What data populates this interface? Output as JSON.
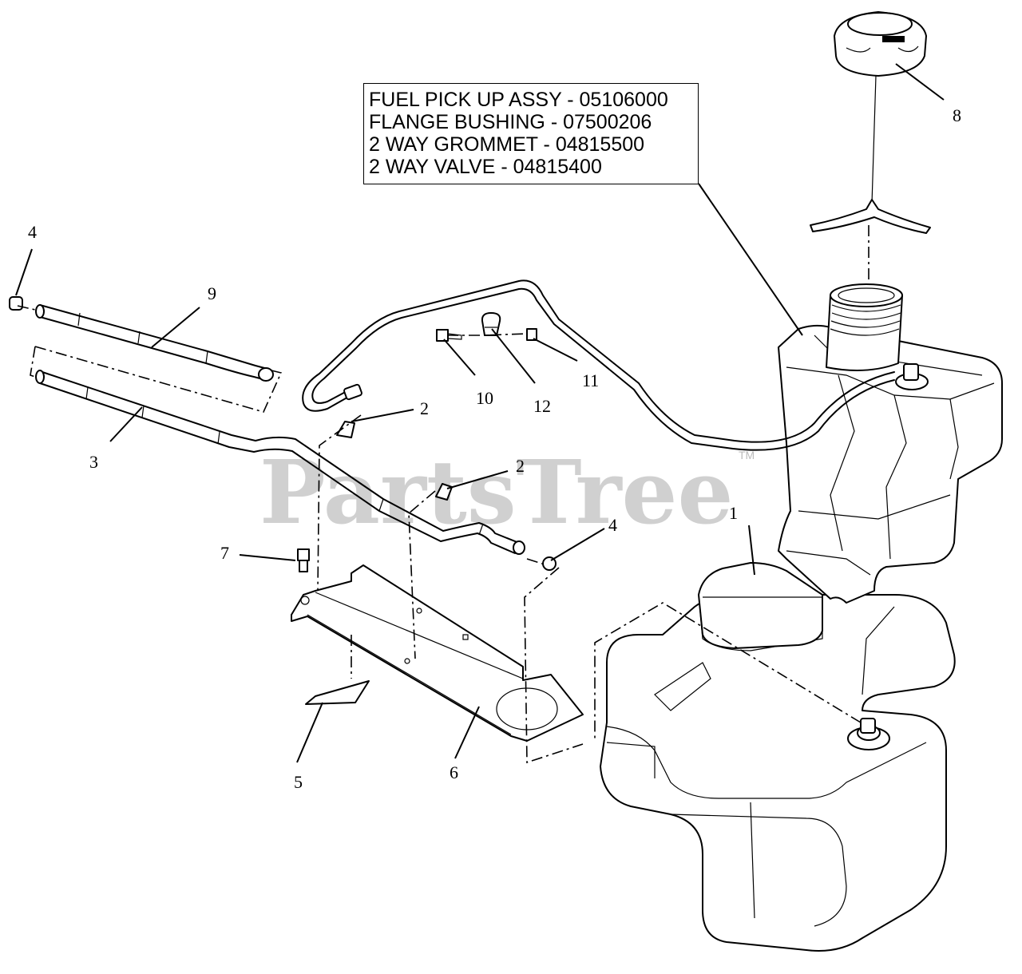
{
  "watermark": {
    "text": "PartsTree",
    "trademark": "TM"
  },
  "note_box": {
    "lines": [
      "FUEL PICK UP ASSY - 05106000",
      "FLANGE BUSHING - 07500206",
      "2 WAY GROMMET - 04815500",
      "2 WAY VALVE - 04815400"
    ]
  },
  "callouts": {
    "c1": "1",
    "c2a": "2",
    "c2b": "2",
    "c3": "3",
    "c4a": "4",
    "c4b": "4",
    "c5": "5",
    "c6": "6",
    "c7": "7",
    "c8": "8",
    "c9": "9",
    "c10": "10",
    "c11": "11",
    "c12": "12"
  }
}
